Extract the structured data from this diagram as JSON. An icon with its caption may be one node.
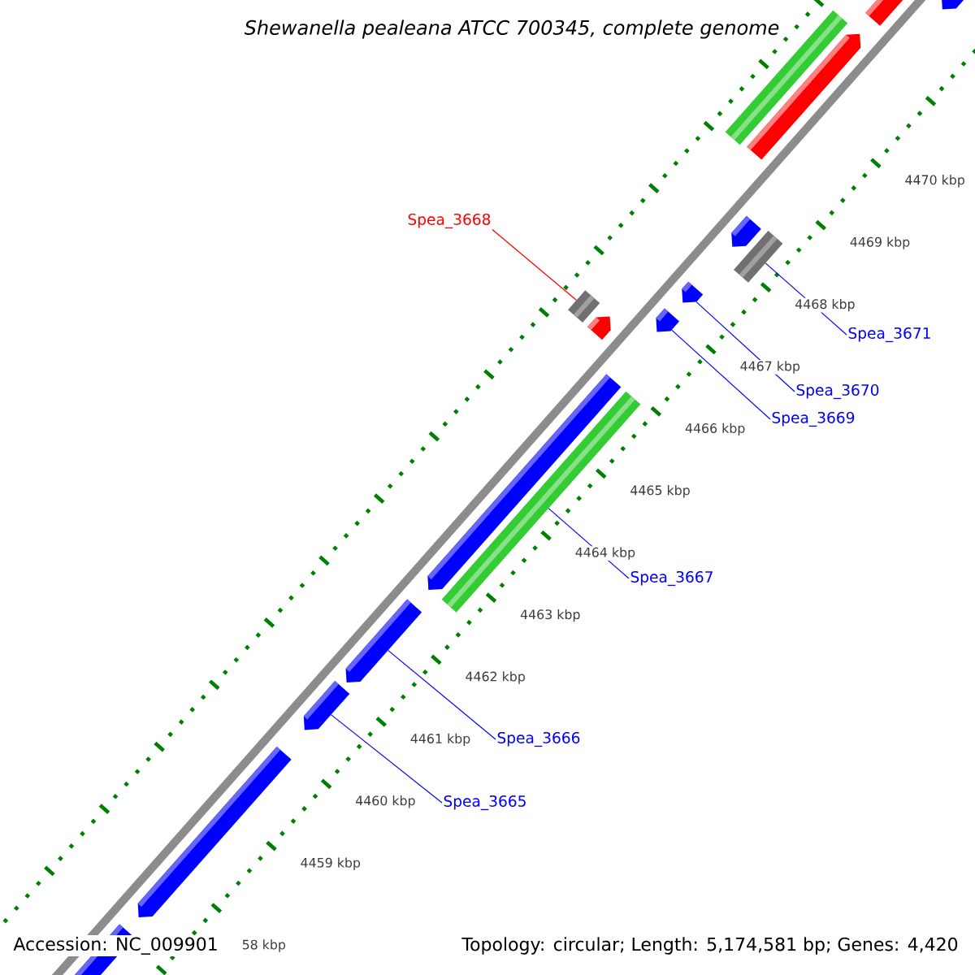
{
  "diagram": {
    "title": "Shewanella pealeana ATCC 700345, complete genome",
    "nodes": [
      {
        "text": [],
        "shape": "pentagon"
      },
      {
        "text": [],
        "shape": "pentagon"
      },
      {
        "text": [],
        "shape": "bar"
      },
      {
        "text": [],
        "shape": "pentagon"
      },
      {
        "text": [],
        "shape": "pentagon"
      },
      {
        "text": [],
        "shape": "bar"
      },
      {
        "text": [],
        "shape": "bar"
      },
      {
        "text": [],
        "shape": "pentagon"
      },
      {
        "text": [],
        "shape": "pentagon"
      },
      {
        "text": [],
        "shape": "pentagon"
      },
      {
        "text": [],
        "shape": "pentagon"
      },
      {
        "text": [],
        "shape": "bar"
      },
      {
        "text": [],
        "shape": "pentagon"
      },
      {
        "text": [],
        "shape": "pentagon"
      },
      {
        "text": [],
        "shape": "pentagon"
      },
      {
        "text": [],
        "shape": "pentagon"
      },
      {
        "text": [
          "Spea_3668"
        ]
      },
      {
        "text": [
          "Spea_3671"
        ]
      },
      {
        "text": [
          "Spea_3670"
        ]
      },
      {
        "text": [
          "Spea_3669"
        ]
      },
      {
        "text": [
          "Spea_3667"
        ]
      },
      {
        "text": [
          "Spea_3666"
        ]
      },
      {
        "text": [
          "Spea_3665"
        ]
      }
    ],
    "edges": [
      {
        "from": 16,
        "to": 6,
        "arrow": "none",
        "color": "#ff0000"
      },
      {
        "from": 17,
        "to": 5,
        "arrow": "none"
      },
      {
        "from": 18,
        "to": 7,
        "arrow": "none"
      },
      {
        "from": 19,
        "to": 9,
        "arrow": "none"
      },
      {
        "from": 20,
        "to": 11,
        "arrow": "none"
      },
      {
        "from": 21,
        "to": 12,
        "arrow": "none"
      },
      {
        "from": 22,
        "to": 13,
        "arrow": "none"
      }
    ],
    "labels": [
      "4470 kbp",
      "4469 kbp",
      "4468 kbp",
      "4467 kbp",
      "4466 kbp",
      "4465 kbp",
      "4464 kbp",
      "4463 kbp",
      "4462 kbp",
      "4461 kbp",
      "4460 kbp",
      "4459 kbp",
      "58 kbp",
      "Accession: NC_009901",
      "Topology: circular; Length: 5,174,581 bp; Genes: 4,420"
    ]
  }
}
